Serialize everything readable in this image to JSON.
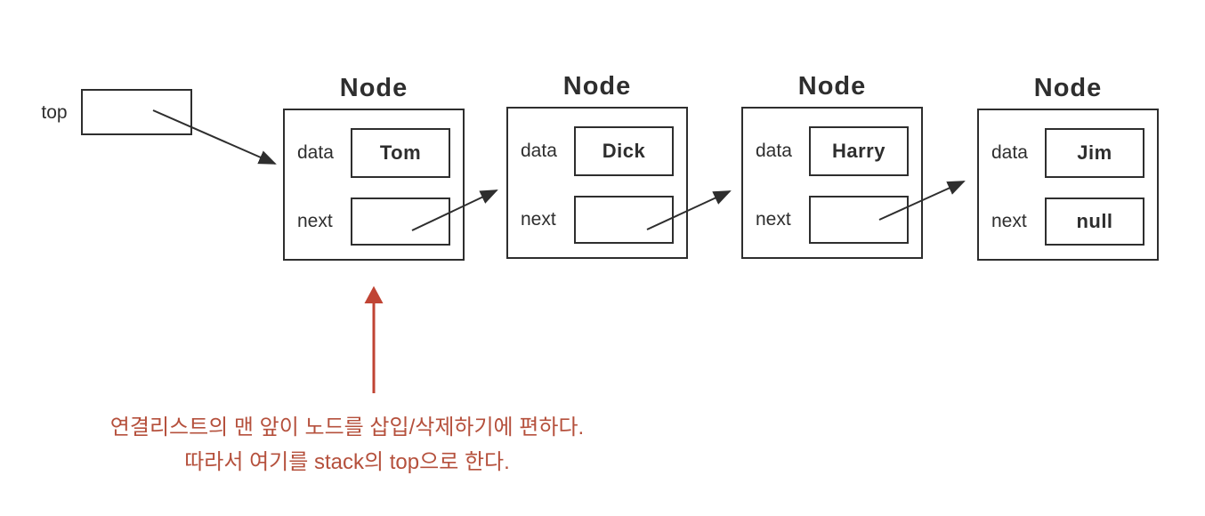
{
  "diagram": {
    "top_pointer": {
      "label": "top"
    },
    "nodes": [
      {
        "title": "Node",
        "data_label": "data",
        "data_value": "Tom",
        "next_label": "next",
        "next_value": ""
      },
      {
        "title": "Node",
        "data_label": "data",
        "data_value": "Dick",
        "next_label": "next",
        "next_value": ""
      },
      {
        "title": "Node",
        "data_label": "data",
        "data_value": "Harry",
        "next_label": "next",
        "next_value": ""
      },
      {
        "title": "Node",
        "data_label": "data",
        "data_value": "Jim",
        "next_label": "next",
        "next_value": "null"
      }
    ],
    "annotation": {
      "line1": "연결리스트의 맨 앞이 노드를 삽입/삭제하기에 편하다.",
      "line2": "따라서 여기를 stack의 top으로 한다."
    },
    "colors": {
      "ink": "#2e2e2e",
      "accent": "#b5503c",
      "arrow_red": "#c04434",
      "background": "#ffffff"
    }
  }
}
